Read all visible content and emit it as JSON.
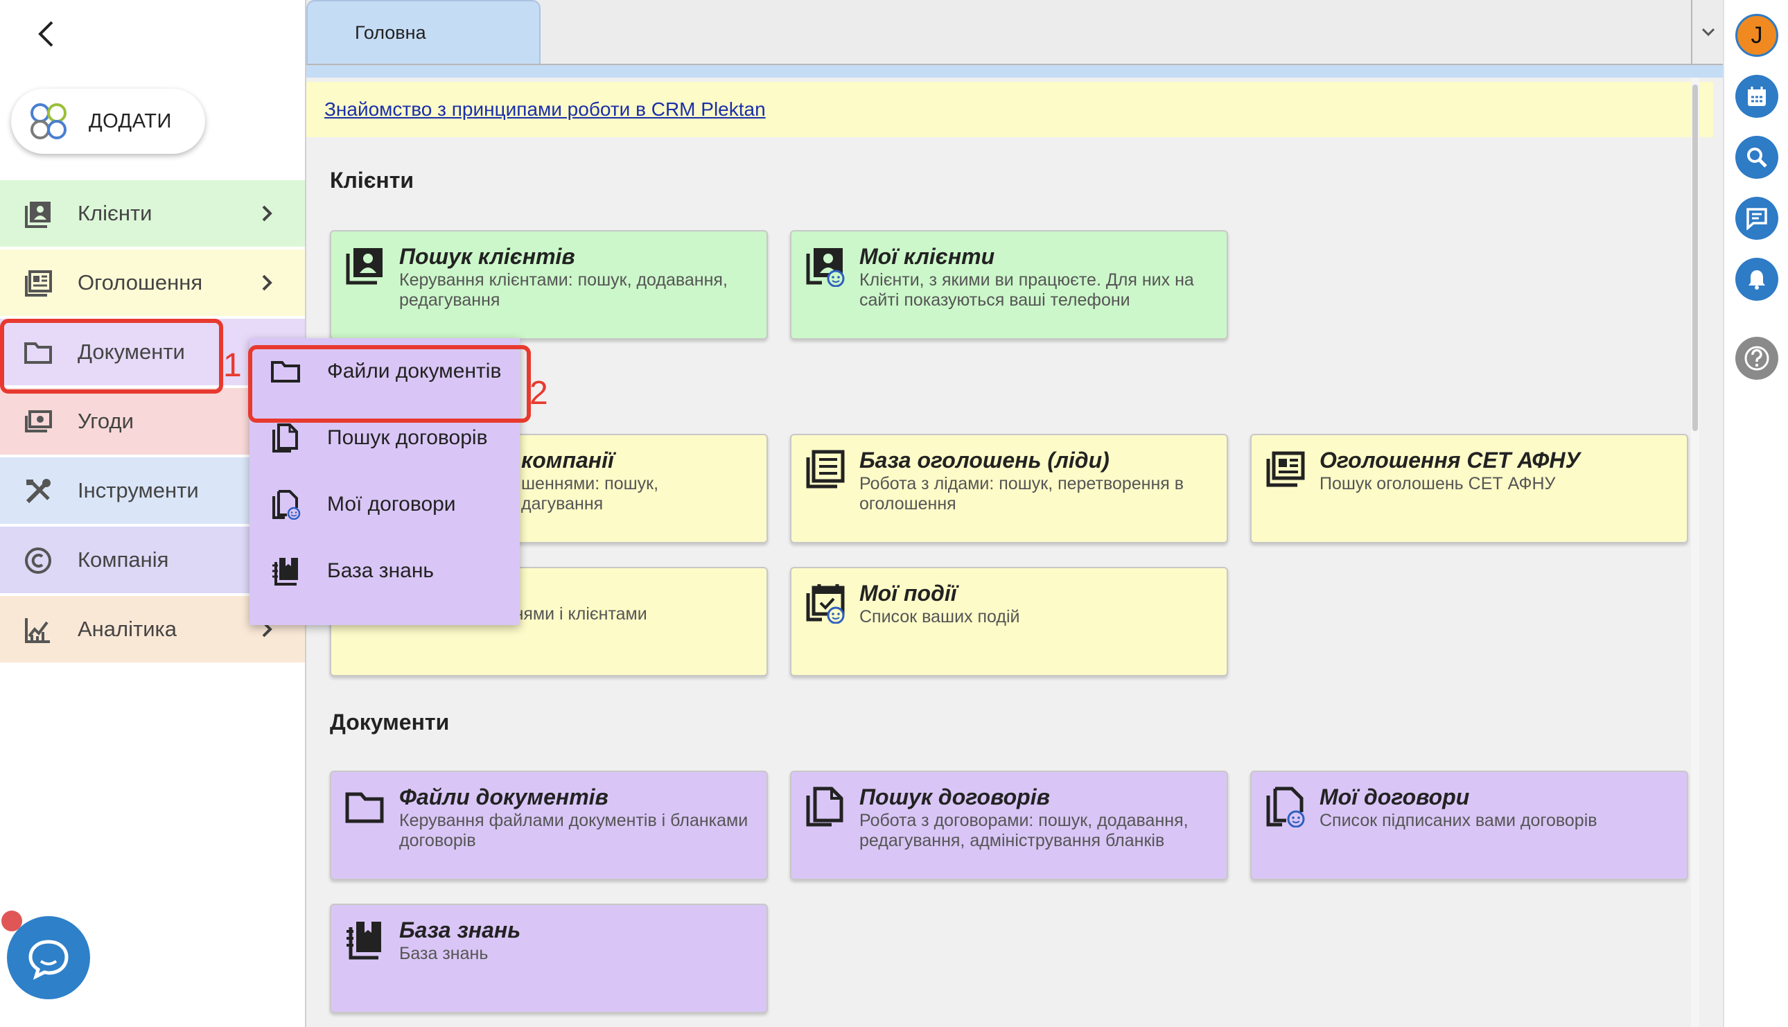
{
  "sidebar": {
    "add_label": "ДОДАТИ",
    "items": [
      {
        "label": "Клієнти",
        "color": "#dcf7d8"
      },
      {
        "label": "Оголошення",
        "color": "#fdfbd6"
      },
      {
        "label": "Документи",
        "color": "#e6daf8"
      },
      {
        "label": "Угоди",
        "color": "#f8d8d8"
      },
      {
        "label": "Інструменти",
        "color": "#dae6f8"
      },
      {
        "label": "Компанія",
        "color": "#dcd8f6"
      },
      {
        "label": "Аналітика",
        "color": "#fae8d6"
      }
    ],
    "marker_1": "1"
  },
  "submenu": {
    "items": [
      {
        "label": "Файли документів"
      },
      {
        "label": "Пошук договорів"
      },
      {
        "label": "Мої договори"
      },
      {
        "label": "База знань"
      }
    ],
    "marker_2": "2"
  },
  "tabs": [
    {
      "label": "Головна"
    }
  ],
  "notice": {
    "link_text": "Знайомство з принципами роботи в CRM Plektan"
  },
  "sections": {
    "clients": {
      "title": "Клієнти",
      "cards": [
        {
          "title": "Пошук клієнтів",
          "desc": "Керування клієнтами: пошук, додавання, редагування"
        },
        {
          "title": "Мої клієнти",
          "desc": "Клієнти, з якими ви працюєте. Для них на сайті показуються ваші телефони"
        }
      ]
    },
    "listings": {
      "cards": [
        {
          "title": "компанії",
          "desc": "шеннями: пошук, дагування"
        },
        {
          "title": "База оголошень (ліди)",
          "desc": "Робота з лідами: пошук, перетворення в оголошення"
        },
        {
          "title": "Оголошення СЕТ АФНУ",
          "desc": "Пошук оголошень СЕТ АФНУ"
        },
        {
          "title": "",
          "desc": "й за оголошеннями і клієнтами"
        },
        {
          "title": "Мої події",
          "desc": "Список ваших подій"
        }
      ]
    },
    "documents": {
      "title": "Документи",
      "cards": [
        {
          "title": "Файли документів",
          "desc": "Керування файлами документів і бланками договорів"
        },
        {
          "title": "Пошук договорів",
          "desc": "Робота з договорами: пошук, додавання, редагування, адміністрування бланків"
        },
        {
          "title": "Мої договори",
          "desc": "Список підписаних вами договорів"
        },
        {
          "title": "База знань",
          "desc": "База знань"
        }
      ]
    }
  },
  "rail": {
    "avatar_letter": "J"
  },
  "colors": {
    "accent": "#2e7bc6",
    "highlight": "#e8392f",
    "card_green": "#ccf7ca",
    "card_yellow": "#fdfbc8",
    "card_purple": "#d9c6f6"
  },
  "icons": [
    "back-arrow-icon",
    "add-logo-icon",
    "clients-icon",
    "listings-icon",
    "folder-icon",
    "deals-icon",
    "tools-icon",
    "copyright-icon",
    "analytics-icon",
    "chevron-right-icon",
    "chat-icon",
    "chevron-down-icon",
    "contract-search-icon",
    "my-contracts-icon",
    "knowledge-base-icon",
    "calendar-icon",
    "search-icon",
    "message-icon",
    "bell-icon",
    "help-icon"
  ]
}
